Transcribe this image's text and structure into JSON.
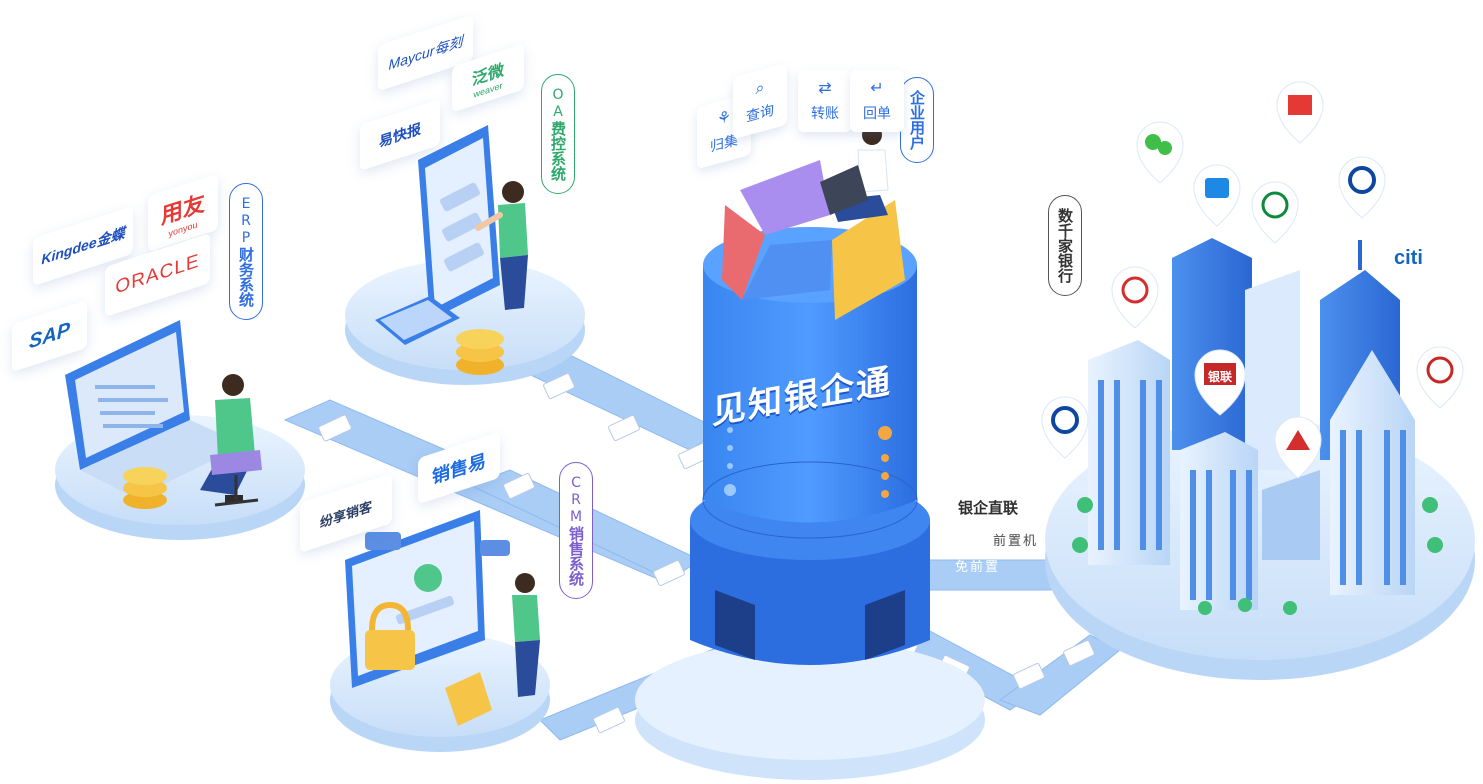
{
  "central": {
    "title": "见知银企通"
  },
  "user": {
    "label": "企业用户",
    "actions": [
      {
        "label": "归集",
        "icon": "nodes-icon"
      },
      {
        "label": "查询",
        "icon": "search-icon"
      },
      {
        "label": "转账",
        "icon": "swap-icon"
      },
      {
        "label": "回单",
        "icon": "return-icon"
      }
    ]
  },
  "modules": {
    "erp": {
      "latin": "ERP",
      "cn": "财务系统",
      "color": "#2f6fe0",
      "partners": [
        "Kingdee金蝶",
        "用友",
        "yonyou",
        "ORACLE",
        "SAP"
      ]
    },
    "oa": {
      "latin": "OA",
      "cn": "费控系统",
      "color": "#2fa86b",
      "partners": [
        "Maycur每刻",
        "泛微",
        "weaver",
        "易快报"
      ]
    },
    "crm": {
      "latin": "CRM",
      "cn": "销售系统",
      "color": "#7c5fcf",
      "partners": [
        "纷享销客",
        "销售易"
      ]
    }
  },
  "banks": {
    "label": "数千家银行",
    "logos": [
      "citi",
      "银联"
    ]
  },
  "connection": {
    "direct": "银企直联",
    "front": "前置机",
    "nofront": "免前置"
  },
  "colors": {
    "primary": "#2f6fe0",
    "platform": "#cfe3fb",
    "track": "#8fb9ef"
  }
}
